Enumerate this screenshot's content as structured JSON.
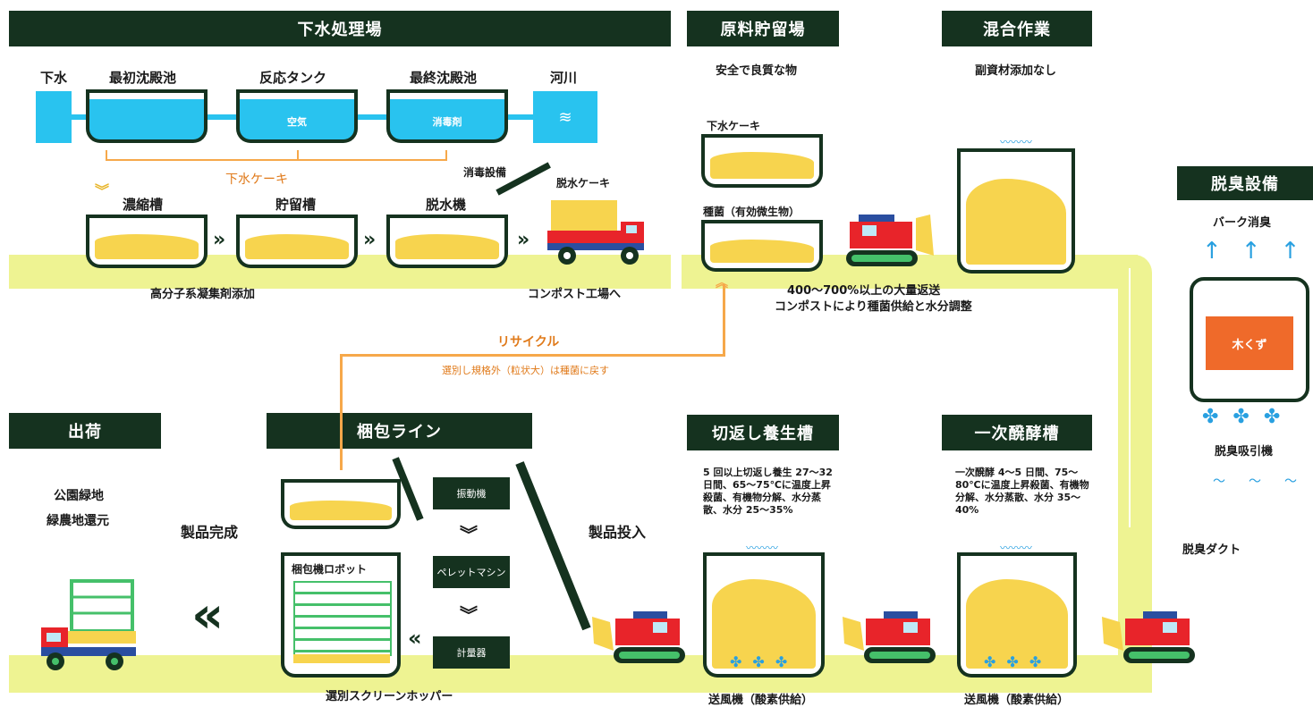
{
  "headers": {
    "sewage_plant": "下水処理場",
    "raw_storage": "原料貯留場",
    "mixing": "混合作業",
    "deodor": "脱臭設備",
    "shipping": "出荷",
    "packing_line": "梱包ライン",
    "turning_tank": "切返し養生槽",
    "primary_ferment": "一次醗酵槽"
  },
  "sewage": {
    "inflow": "下水",
    "first_settling": "最初沈殿池",
    "reaction_tank": "反応タンク",
    "final_settling": "最終沈殿池",
    "river": "河川",
    "air": "空気",
    "disinfectant": "消毒剤",
    "sludge_label": "下水ケーキ",
    "disinfect_equipment": "消毒設備",
    "thickener": "濃縮槽",
    "storage_tank": "貯留槽",
    "dehydrator": "脱水機",
    "dehydrated_cake": "脱水ケーキ",
    "polymer_note": "高分子系凝集剤添加",
    "to_compost": "コンポスト工場へ"
  },
  "raw": {
    "safe_quality": "安全で良質な物",
    "cake_label": "下水ケーキ",
    "seed_label": "種菌（有効微生物）",
    "return_note_1": "400〜700%以上の大量返送",
    "return_note_2": "コンポストにより種菌供給と水分調整"
  },
  "mix": {
    "no_additive": "副資材添加なし"
  },
  "deodorizer": {
    "bark": "バーク消臭",
    "wood_chips": "木くず",
    "fan": "脱臭吸引機",
    "duct": "脱臭ダクト"
  },
  "recycle": {
    "label": "リサイクル",
    "note": "選別し規格外（粒状大）は種菌に戻す"
  },
  "ship": {
    "park": "公園緑地",
    "farm": "緑農地還元",
    "complete": "製品完成"
  },
  "packing": {
    "vibrator": "振動機",
    "pellet": "ペレットマシン",
    "scale": "計量器",
    "robot": "梱包機ロボット",
    "hopper": "選別スクリーンホッパー",
    "product_input": "製品投入"
  },
  "turning": {
    "note": "5 回以上切返し養生 27〜32 日間、65〜75℃に温度上昇殺菌、有機物分解、水分蒸散、水分 25〜35%",
    "blower": "送風機（酸素供給）"
  },
  "ferment": {
    "note": "一次醗酵 4〜5 日間、75〜80℃に温度上昇殺菌、有機物分解、水分蒸散、水分 35〜40%",
    "blower": "送風機（酸素供給）"
  },
  "colors": {
    "header_bg": "#15321f",
    "band": "#eef392",
    "compost": "#f7d44e",
    "water": "#29c3ef",
    "orange": "#f6a84a",
    "machine_red": "#e8242a"
  }
}
